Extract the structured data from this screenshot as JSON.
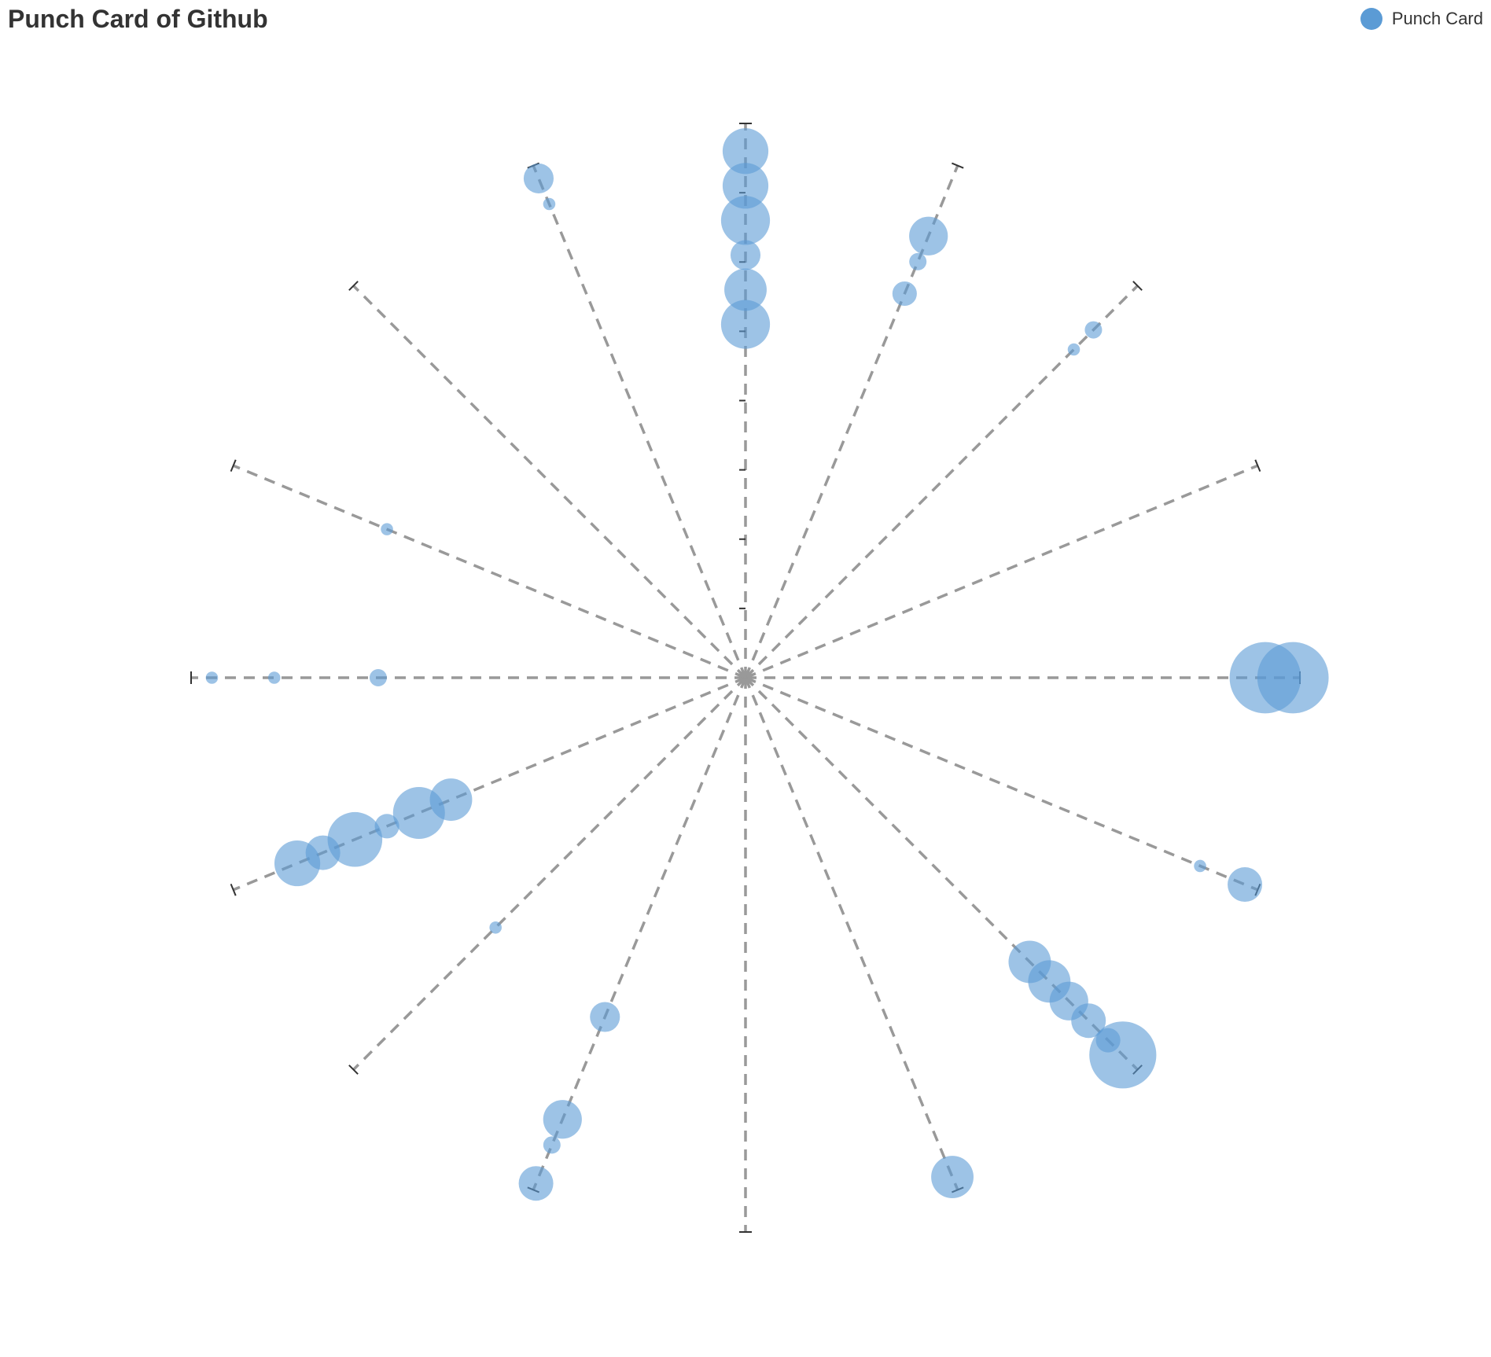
{
  "chart_data": {
    "type": "scatter",
    "subtype": "polar-punch-card",
    "title": "Punch Card of Github",
    "legend": {
      "entries": [
        "Punch Card"
      ],
      "position": "top-right"
    },
    "angle_axis": {
      "categories": 16,
      "start": "top",
      "direction": "clockwise"
    },
    "radius_axis": {
      "range": [
        0,
        8
      ]
    },
    "series": [
      {
        "name": "Punch Card",
        "color": "#5b9bd5",
        "points": [
          {
            "angle": 0,
            "radius": 7.6,
            "value": 7
          },
          {
            "angle": 0,
            "radius": 7.1,
            "value": 7
          },
          {
            "angle": 0,
            "radius": 6.6,
            "value": 8
          },
          {
            "angle": 0,
            "radius": 6.1,
            "value": 3
          },
          {
            "angle": 0,
            "radius": 5.6,
            "value": 6
          },
          {
            "angle": 0,
            "radius": 5.1,
            "value": 8
          },
          {
            "angle": 1,
            "radius": 6.9,
            "value": 5
          },
          {
            "angle": 1,
            "radius": 6.5,
            "value": 1
          },
          {
            "angle": 1,
            "radius": 6.0,
            "value": 2
          },
          {
            "angle": 2,
            "radius": 7.1,
            "value": 1
          },
          {
            "angle": 2,
            "radius": 6.7,
            "value": 0.5
          },
          {
            "angle": 4,
            "radius": 7.5,
            "value": 17
          },
          {
            "angle": 4,
            "radius": 7.9,
            "value": 17
          },
          {
            "angle": 5,
            "radius": 7.8,
            "value": 4
          },
          {
            "angle": 5,
            "radius": 7.1,
            "value": 0.5
          },
          {
            "angle": 6,
            "radius": 5.8,
            "value": 6
          },
          {
            "angle": 6,
            "radius": 6.2,
            "value": 6
          },
          {
            "angle": 6,
            "radius": 6.6,
            "value": 5
          },
          {
            "angle": 6,
            "radius": 7.0,
            "value": 4
          },
          {
            "angle": 6,
            "radius": 7.4,
            "value": 2
          },
          {
            "angle": 6,
            "radius": 7.7,
            "value": 15
          },
          {
            "angle": 7,
            "radius": 7.8,
            "value": 6
          },
          {
            "angle": 9,
            "radius": 7.9,
            "value": 4
          },
          {
            "angle": 9,
            "radius": 7.3,
            "value": 1
          },
          {
            "angle": 9,
            "radius": 6.9,
            "value": 5
          },
          {
            "angle": 9,
            "radius": 5.3,
            "value": 3
          },
          {
            "angle": 10,
            "radius": 5.1,
            "value": 0.5
          },
          {
            "angle": 11,
            "radius": 4.6,
            "value": 6
          },
          {
            "angle": 11,
            "radius": 5.1,
            "value": 9
          },
          {
            "angle": 11,
            "radius": 5.6,
            "value": 2
          },
          {
            "angle": 11,
            "radius": 6.1,
            "value": 10
          },
          {
            "angle": 11,
            "radius": 6.6,
            "value": 4
          },
          {
            "angle": 11,
            "radius": 7.0,
            "value": 7
          },
          {
            "angle": 12,
            "radius": 5.3,
            "value": 1
          },
          {
            "angle": 12,
            "radius": 6.8,
            "value": 0.5
          },
          {
            "angle": 12,
            "radius": 7.7,
            "value": 0.5
          },
          {
            "angle": 13,
            "radius": 5.6,
            "value": 0.5
          },
          {
            "angle": 15,
            "radius": 7.8,
            "value": 3
          },
          {
            "angle": 15,
            "radius": 7.4,
            "value": 0.5
          }
        ]
      }
    ]
  }
}
